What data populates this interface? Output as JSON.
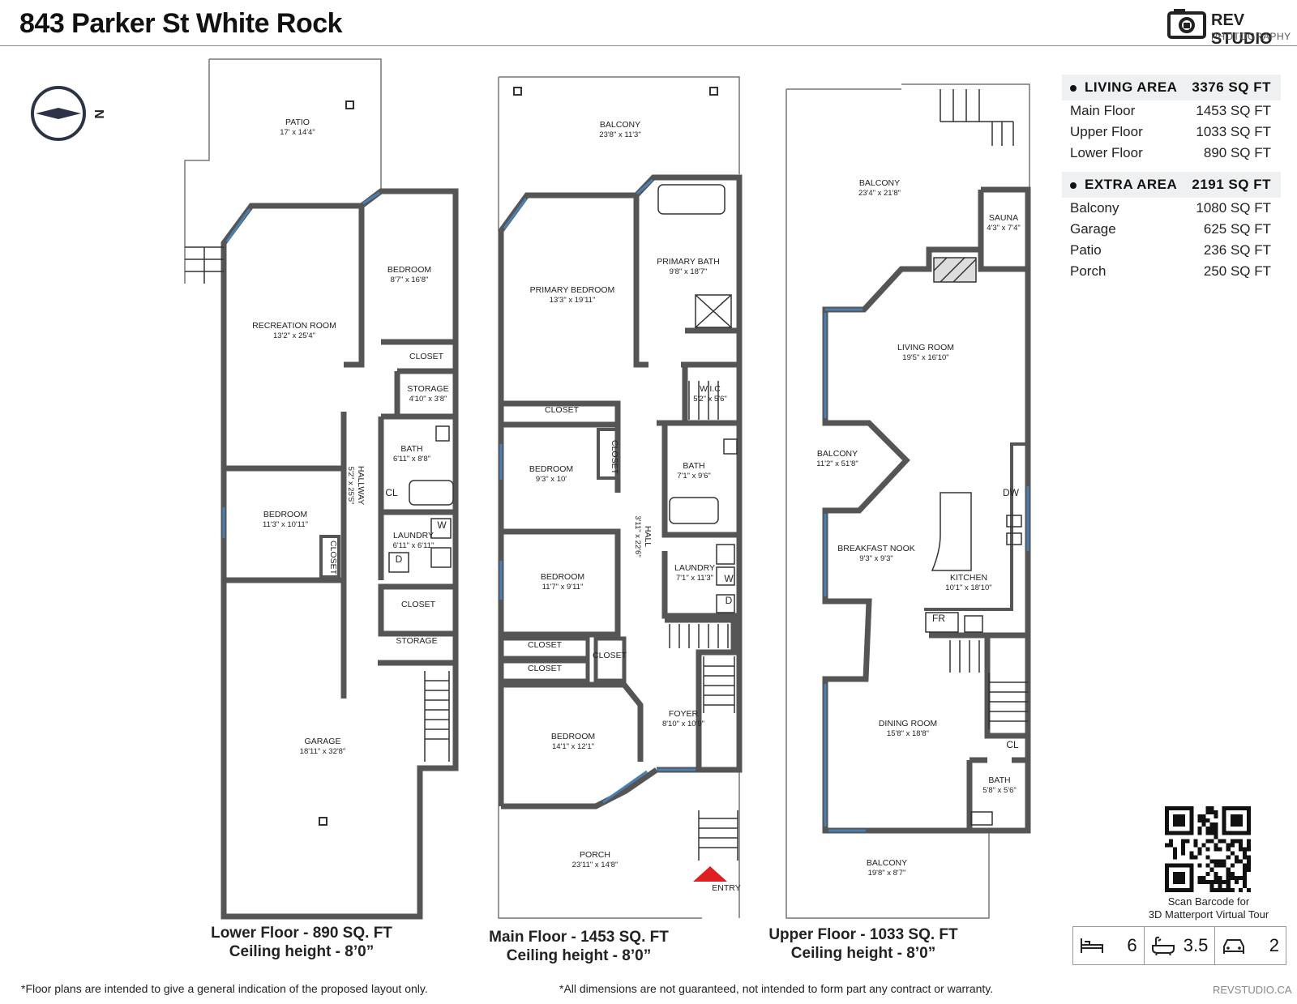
{
  "page": {
    "title": "843 Parker St White Rock"
  },
  "logo": {
    "line1": "REV STUDIO",
    "line2": "PHOTOGRAPHY"
  },
  "compass": {
    "label": "N"
  },
  "floors": [
    {
      "name": "lower",
      "caption_line1": "Lower Floor - 890 SQ. FT",
      "caption_line2": "Ceiling height - 8’0”"
    },
    {
      "name": "main",
      "caption_line1": "Main Floor - 1453 SQ. FT",
      "caption_line2": "Ceiling height - 8’0”"
    },
    {
      "name": "upper",
      "caption_line1": "Upper Floor - 1033 SQ. FT",
      "caption_line2": "Ceiling height - 8’0”"
    }
  ],
  "rooms": {
    "lower": [
      {
        "name": "PATIO",
        "dims": "17' x 14'4\""
      },
      {
        "name": "RECREATION ROOM",
        "dims": "13'2\" x 25'4\""
      },
      {
        "name": "BEDROOM",
        "dims": "8'7\" x 16'8\""
      },
      {
        "name": "CLOSET",
        "dims": ""
      },
      {
        "name": "STORAGE",
        "dims": "4'10\" x 3'8\""
      },
      {
        "name": "BATH",
        "dims": "6'11\" x 8'8\""
      },
      {
        "name": "HALLWAY",
        "dims": "5'2\" x 25'5\""
      },
      {
        "name": "CL",
        "dims": ""
      },
      {
        "name": "LAUNDRY",
        "dims": "6'11\" x 6'11\""
      },
      {
        "name": "W",
        "dims": ""
      },
      {
        "name": "D",
        "dims": ""
      },
      {
        "name": "BEDROOM",
        "dims": "11'3\" x 10'11\""
      },
      {
        "name": "CLOSET",
        "dims": ""
      },
      {
        "name": "CLOSET",
        "dims": ""
      },
      {
        "name": "STORAGE",
        "dims": ""
      },
      {
        "name": "GARAGE",
        "dims": "18'11\" x 32'8\""
      }
    ],
    "main": [
      {
        "name": "BALCONY",
        "dims": "23'8\" x 11'3\""
      },
      {
        "name": "PRIMARY BEDROOM",
        "dims": "13'3\" x 19'11\""
      },
      {
        "name": "PRIMARY BATH",
        "dims": "9'8\" x 18'7\""
      },
      {
        "name": "W.I.C",
        "dims": "5'2\" x 5'6\""
      },
      {
        "name": "CLOSET",
        "dims": ""
      },
      {
        "name": "BEDROOM",
        "dims": "9'3\" x 10'"
      },
      {
        "name": "CLOSET",
        "dims": ""
      },
      {
        "name": "BATH",
        "dims": "7'1\" x 9'6\""
      },
      {
        "name": "HALL",
        "dims": "3'11\" x 22'6\""
      },
      {
        "name": "BEDROOM",
        "dims": "11'7\" x 9'11\""
      },
      {
        "name": "LAUNDRY",
        "dims": "7'1\" x 11'3\""
      },
      {
        "name": "W",
        "dims": ""
      },
      {
        "name": "D",
        "dims": ""
      },
      {
        "name": "CLOSET",
        "dims": ""
      },
      {
        "name": "CLOSET",
        "dims": ""
      },
      {
        "name": "CLOSET",
        "dims": ""
      },
      {
        "name": "FOYER",
        "dims": "8'10\" x 10'9\""
      },
      {
        "name": "BEDROOM",
        "dims": "14'1\" x 12'1\""
      },
      {
        "name": "PORCH",
        "dims": "23'11\" x 14'8\""
      },
      {
        "name": "ENTRY",
        "dims": ""
      }
    ],
    "upper": [
      {
        "name": "BALCONY",
        "dims": "23'4\" x 21'8\""
      },
      {
        "name": "SAUNA",
        "dims": "4'3\" x 7'4\""
      },
      {
        "name": "LIVING ROOM",
        "dims": "19'5\" x 16'10\""
      },
      {
        "name": "BALCONY",
        "dims": "11'2\" x 51'8\""
      },
      {
        "name": "DW",
        "dims": ""
      },
      {
        "name": "BREAKFAST NOOK",
        "dims": "9'3\" x 9'3\""
      },
      {
        "name": "KITCHEN",
        "dims": "10'1\" x 18'10\""
      },
      {
        "name": "FR",
        "dims": ""
      },
      {
        "name": "DINING ROOM",
        "dims": "15'8\" x 18'8\""
      },
      {
        "name": "CL",
        "dims": ""
      },
      {
        "name": "BATH",
        "dims": "5'8\" x 5'6\""
      },
      {
        "name": "BALCONY",
        "dims": "19'8\" x 8'7\""
      }
    ]
  },
  "areas": {
    "living": {
      "label": "LIVING AREA",
      "total": "3376 SQ FT",
      "items": [
        {
          "label": "Main Floor",
          "value": "1453 SQ FT"
        },
        {
          "label": "Upper Floor",
          "value": "1033 SQ FT"
        },
        {
          "label": "Lower Floor",
          "value": "890 SQ FT"
        }
      ]
    },
    "extra": {
      "label": "EXTRA AREA",
      "total": "2191 SQ FT",
      "items": [
        {
          "label": "Balcony",
          "value": "1080 SQ FT"
        },
        {
          "label": "Garage",
          "value": "625 SQ FT"
        },
        {
          "label": "Patio",
          "value": "236 SQ FT"
        },
        {
          "label": "Porch",
          "value": "250 SQ FT"
        }
      ]
    }
  },
  "qr": {
    "line1": "Scan Barcode for",
    "line2": "3D Matterport Virtual Tour"
  },
  "stats": {
    "beds": "6",
    "baths": "3.5",
    "parking": "2"
  },
  "footer": {
    "left": "*Floor plans are intended to give a general indication of the proposed layout only.",
    "right": "*All dimensions are not guaranteed, not intended to form part any contract or warranty.",
    "site": "REVSTUDIO.CA"
  },
  "colors": {
    "wall": "#555555",
    "window": "#4a7fb5",
    "entry": "#e02020",
    "panel": "#eef0f1"
  }
}
